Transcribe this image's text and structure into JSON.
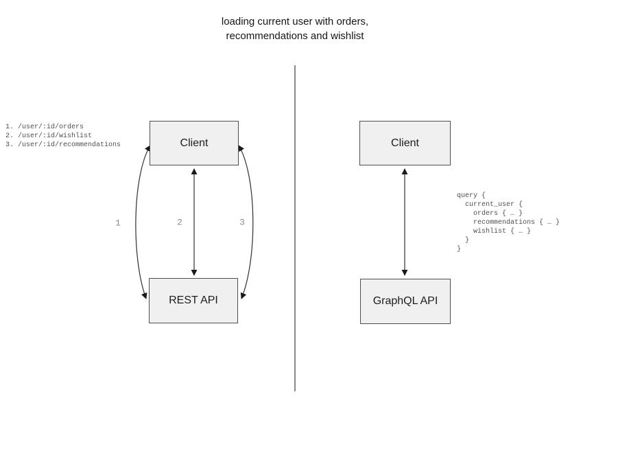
{
  "title": "loading current user with orders,\nrecommendations and wishlist",
  "colors": {
    "background": "#ffffff",
    "box_fill": "#f0f0f0",
    "box_border": "#4d4d4d",
    "arrow": "#2e2e2e",
    "divider": "#606060",
    "code_text": "#4f4f4f",
    "arrow_label_text": "#8a8a8a"
  },
  "left_diagram": {
    "client_label": "Client",
    "api_label": "REST API",
    "endpoints": [
      "1. /user/:id/orders",
      "2. /user/:id/wishlist",
      "3. /user/:id/recommendations"
    ],
    "arrow_labels": [
      "1",
      "2",
      "3"
    ]
  },
  "right_diagram": {
    "client_label": "Client",
    "api_label": "GraphQL API",
    "query": "query {\n  current_user {\n    orders { … }\n    recommendations { … }\n    wishlist { … }\n  }\n}"
  }
}
